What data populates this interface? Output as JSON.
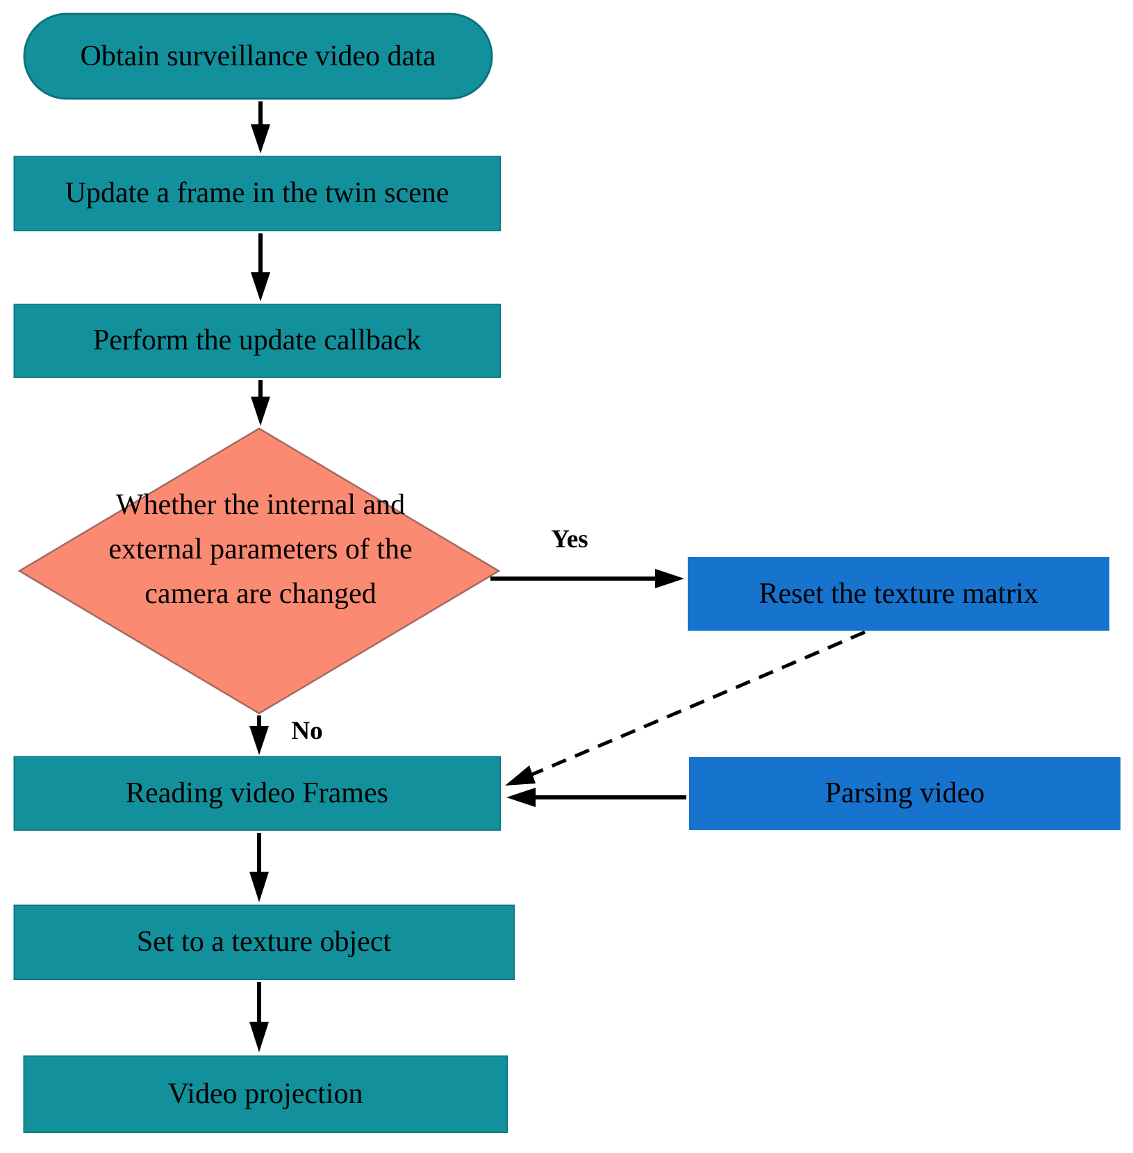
{
  "diagram": {
    "nodes": {
      "obtain": "Obtain surveillance video data",
      "update": "Update a frame in the twin scene",
      "callback": "Perform the update callback",
      "reset": "Reset the texture matrix",
      "reading": "Reading video Frames",
      "parsing": "Parsing video",
      "set_texture": "Set to a texture object",
      "projection": "Video projection"
    },
    "decision_lines": [
      "Whether the internal and",
      "external parameters of the",
      "camera are changed"
    ],
    "edge_labels": {
      "yes": "Yes",
      "no": "No"
    },
    "colors": {
      "teal": "#12919C",
      "teal-border": "#0B7380",
      "salmon": "#FA8A71",
      "salmon-border": "#A36A60",
      "blue": "#1673CE",
      "arrow": "#000000"
    }
  }
}
